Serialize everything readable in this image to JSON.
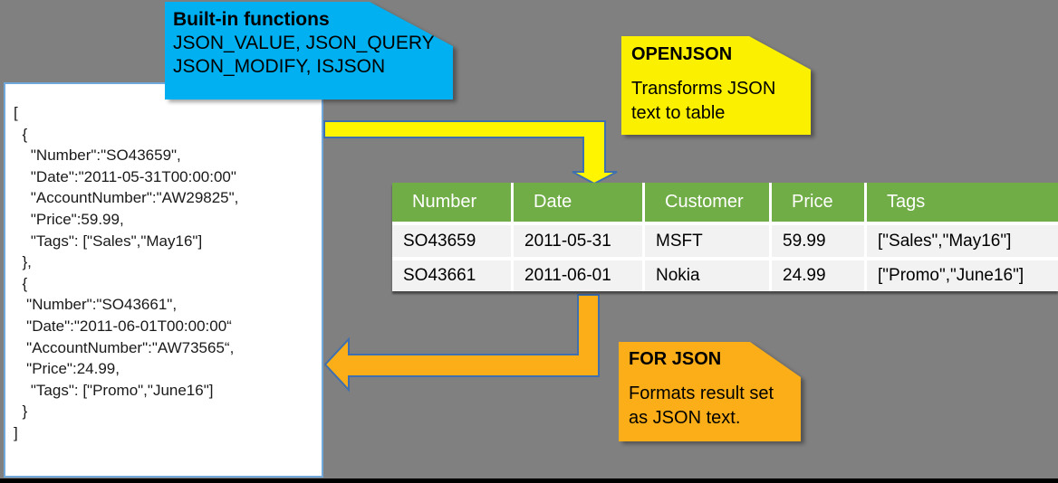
{
  "colors": {
    "background": "#808080",
    "builtin_blue": "#00B0F0",
    "openjson_yellow": "#FBF000",
    "forjson_orange": "#FBAE17",
    "table_header_green": "#70AD47",
    "table_row_gray": "#F2F2F2",
    "arrow_yellow": "#FFF500",
    "arrow_orange": "#FBAE17",
    "arrow_outline_blue": "#3F6FAE",
    "panel_border_blue": "#71A8DC"
  },
  "callouts": {
    "builtin": {
      "title": "Built-in functions",
      "line1": "JSON_VALUE, JSON_QUERY",
      "line2": "JSON_MODIFY, ISJSON"
    },
    "openjson": {
      "title": "OPENJSON",
      "line1": "Transforms JSON",
      "line2": "text to table"
    },
    "forjson": {
      "title": "FOR JSON",
      "line1": "Formats result set",
      "line2": "as JSON text."
    }
  },
  "json_panel": {
    "text": "[\n  {\n    \"Number\":\"SO43659\",\n    \"Date\":\"2011-05-31T00:00:00\"\n    \"AccountNumber\":\"AW29825\",\n    \"Price\":59.99,\n    \"Tags\": [\"Sales\",\"May16\"]\n  },\n  {\n   \"Number\":\"SO43661\",\n   \"Date\":\"2011-06-01T00:00:00“\n   \"AccountNumber\":\"AW73565“,\n   \"Price\":24.99,\n    \"Tags\": [\"Promo\",\"June16\"]\n  }\n]"
  },
  "table": {
    "headers": [
      "Number",
      "Date",
      "Customer",
      "Price",
      "Tags"
    ],
    "rows": [
      [
        "SO43659",
        "2011-05-31",
        "MSFT",
        "59.99",
        "[\"Sales\",\"May16\"]"
      ],
      [
        "SO43661",
        "2011-06-01",
        "Nokia",
        "24.99",
        "[\"Promo\",\"June16\"]"
      ]
    ]
  }
}
